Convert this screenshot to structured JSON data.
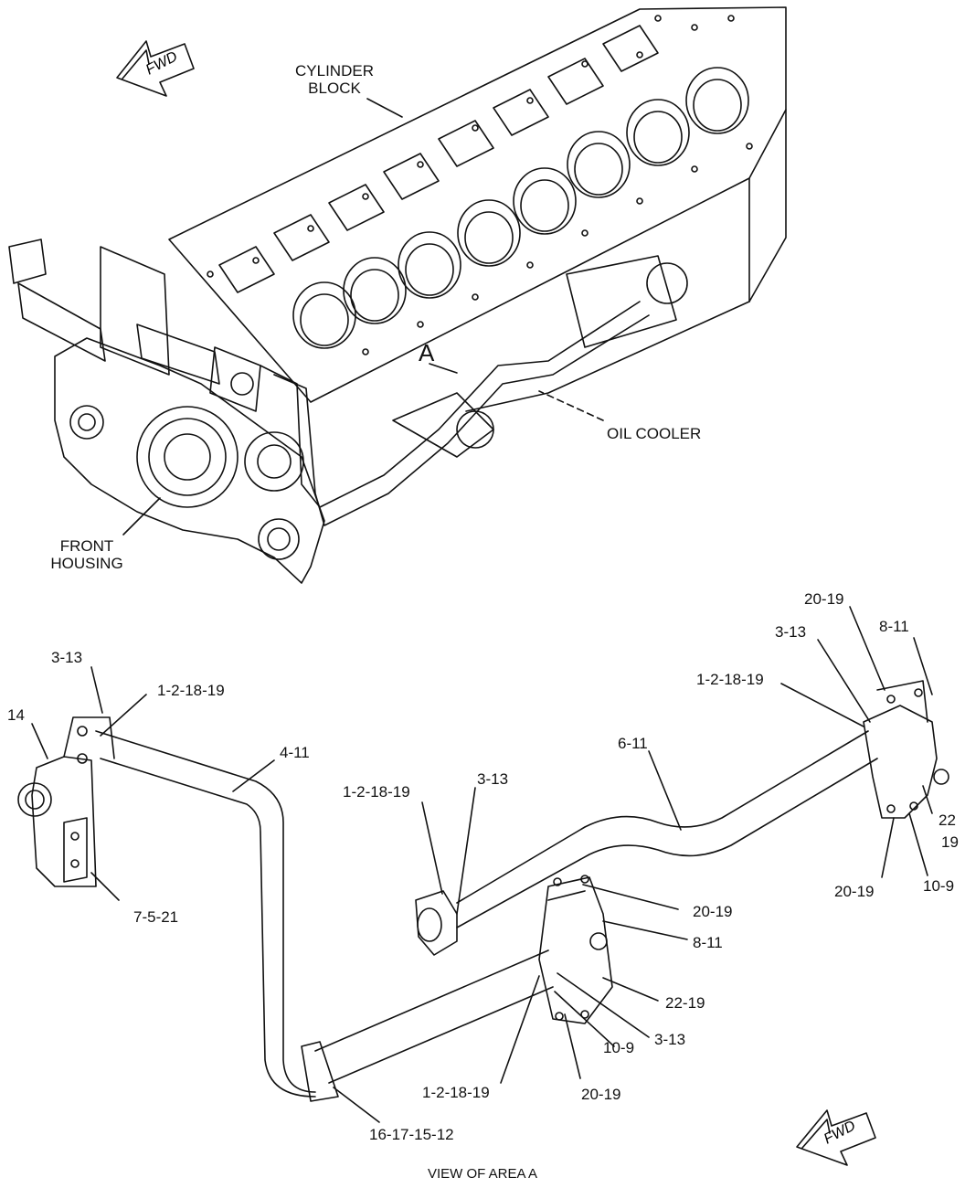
{
  "upper_view": {
    "fwd_arrow": "FWD",
    "area_marker": "A",
    "labels": {
      "cylinder_block": [
        "CYLINDER",
        "BLOCK"
      ],
      "oil_cooler": "OIL COOLER",
      "front_housing": [
        "FRONT",
        "HOUSING"
      ]
    }
  },
  "lower_view": {
    "fwd_arrow": "FWD",
    "caption": "VIEW OF AREA A",
    "callouts": {
      "c_3_13_left": "3-13",
      "c_14": "14",
      "c_1_2_18_19_left": "1-2-18-19",
      "c_4_11": "4-11",
      "c_7_5_21": "7-5-21",
      "c_1_2_18_19_mid": "1-2-18-19",
      "c_3_13_mid": "3-13",
      "c_6_11": "6-11",
      "c_20_19_top": "20-19",
      "c_3_13_right": "3-13",
      "c_8_11_right": "8-11",
      "c_1_2_18_19_right": "1-2-18-19",
      "c_22_right": "22",
      "c_19_right": "19",
      "c_20_19_right": "20-19",
      "c_10_9_right": "10-9",
      "c_20_19_center": "20-19",
      "c_8_11_center": "8-11",
      "c_22_19_center": "22-19",
      "c_3_13_center": "3-13",
      "c_10_9_center": "10-9",
      "c_1_2_18_19_bottom": "1-2-18-19",
      "c_20_19_bottom": "20-19",
      "c_16_17_15_12": "16-17-15-12"
    }
  },
  "colors": {
    "line": "#111111",
    "background": "#ffffff"
  }
}
